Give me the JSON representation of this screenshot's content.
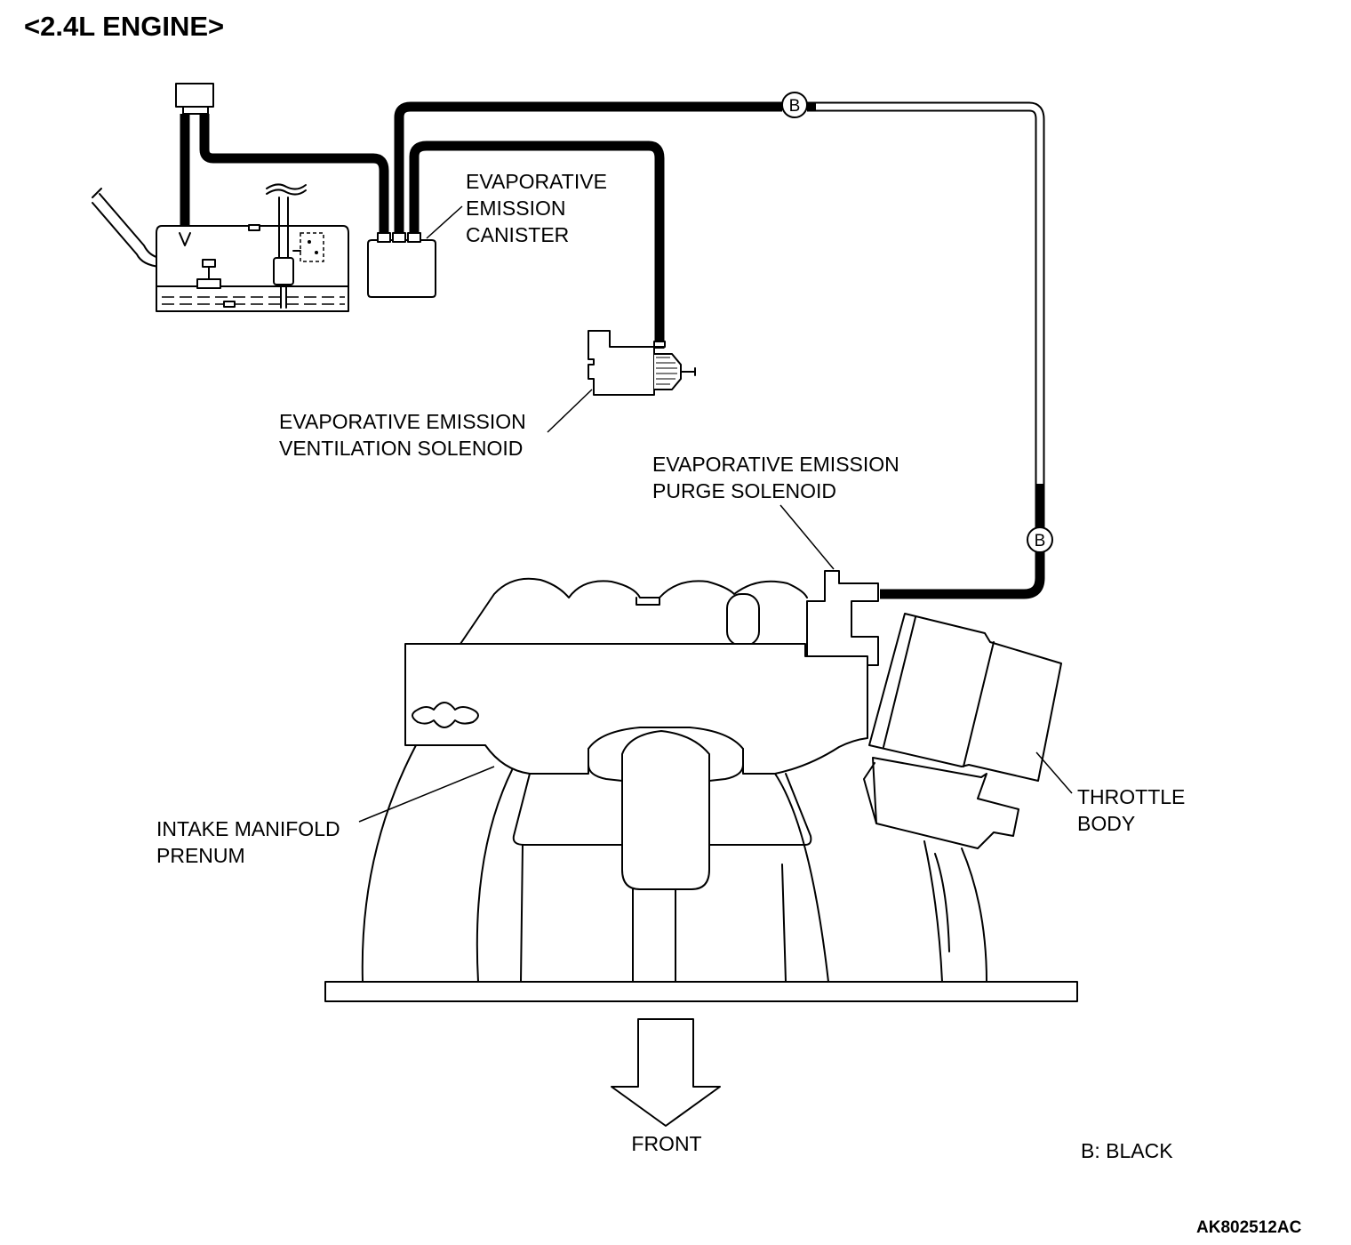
{
  "header": {
    "title": "<2.4L ENGINE>"
  },
  "labels": {
    "canister": [
      "EVAPORATIVE",
      "EMISSION",
      "CANISTER"
    ],
    "vent_solenoid": [
      "EVAPORATIVE EMISSION",
      "VENTILATION SOLENOID"
    ],
    "purge_solenoid": [
      "EVAPORATIVE EMISSION",
      "PURGE SOLENOID"
    ],
    "throttle_body": [
      "THROTTLE",
      "BODY"
    ],
    "intake_manifold": [
      "INTAKE MANIFOLD",
      "PRENUM"
    ],
    "front": "FRONT"
  },
  "hose_markers": [
    "B",
    "B"
  ],
  "legend": {
    "text": "B: BLACK"
  },
  "figure_code": "AK802512AC",
  "colors": {
    "ink": "#000000",
    "paper": "#ffffff"
  }
}
